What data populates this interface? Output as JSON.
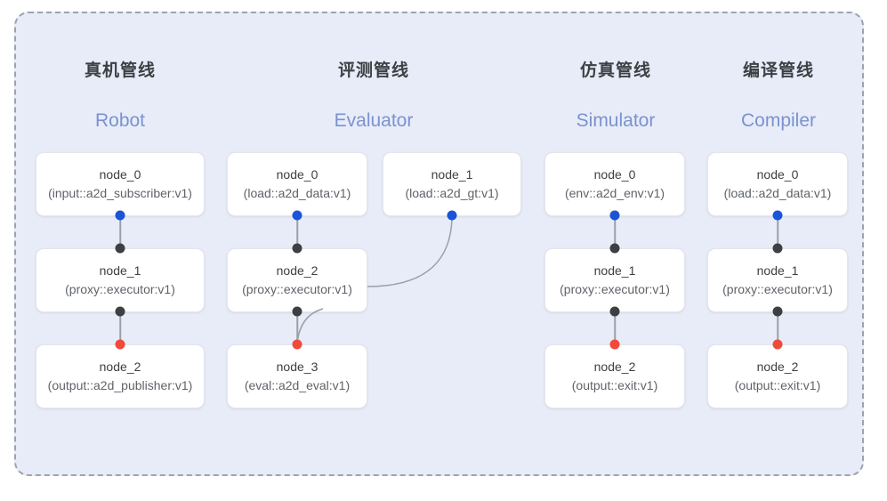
{
  "panel": {
    "background_color": "#e7ecf8",
    "border_color": "#9ca3af",
    "border_style": "dashed"
  },
  "colors": {
    "title": "#3c4043",
    "subtitle": "#7b92cf",
    "port_input": "#1a54d8",
    "port_proxy": "#3c4043",
    "port_output": "#ef4a3a",
    "edge": "#9aa0a6",
    "node_background": "#ffffff",
    "node_border": "#e3e6ea"
  },
  "columns": [
    {
      "title": "真机管线",
      "subtitle": "Robot",
      "nodes": [
        {
          "id": "node_0",
          "type": "(input::a2d_subscriber:v1)"
        },
        {
          "id": "node_1",
          "type": "(proxy::executor:v1)"
        },
        {
          "id": "node_2",
          "type": "(output::a2d_publisher:v1)"
        }
      ]
    },
    {
      "title": "评测管线",
      "subtitle": "Evaluator",
      "nodes": [
        {
          "id": "node_0",
          "type": "(load::a2d_data:v1)"
        },
        {
          "id": "node_1",
          "type": "(load::a2d_gt:v1)"
        },
        {
          "id": "node_2",
          "type": "(proxy::executor:v1)"
        },
        {
          "id": "node_3",
          "type": "(eval::a2d_eval:v1)"
        }
      ]
    },
    {
      "title": "仿真管线",
      "subtitle": "Simulator",
      "nodes": [
        {
          "id": "node_0",
          "type": "(env::a2d_env:v1)"
        },
        {
          "id": "node_1",
          "type": "(proxy::executor:v1)"
        },
        {
          "id": "node_2",
          "type": "(output::exit:v1)"
        }
      ]
    },
    {
      "title": "编译管线",
      "subtitle": "Compiler",
      "nodes": [
        {
          "id": "node_0",
          "type": "(load::a2d_data:v1)"
        },
        {
          "id": "node_1",
          "type": "(proxy::executor:v1)"
        },
        {
          "id": "node_2",
          "type": "(output::exit:v1)"
        }
      ]
    }
  ]
}
